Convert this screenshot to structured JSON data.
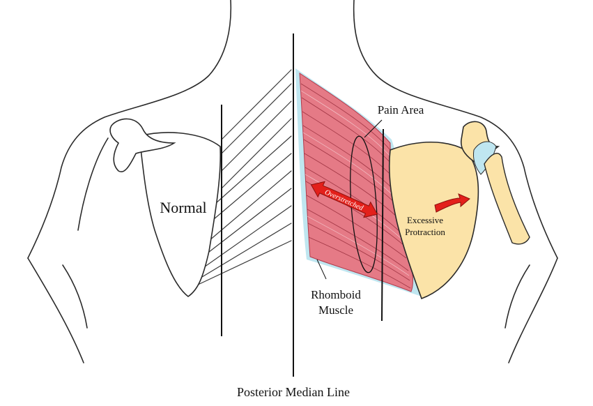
{
  "labels": {
    "normal": "Normal",
    "pain_area": "Pain Area",
    "overstretched": "Overstretched",
    "excessive_protraction_line1": "Excessive",
    "excessive_protraction_line2": "Protraction",
    "rhomboid_line1": "Rhomboid",
    "rhomboid_line2": "Muscle",
    "posterior_median_line": "Posterior Median Line"
  },
  "colors": {
    "muscle": "#e57a86",
    "muscle_dark": "#c9495a",
    "fascia": "#bfe6f0",
    "scapula_affected": "#fbe3a8",
    "arrow": "#e3201b",
    "outline": "#2a2a2a"
  }
}
